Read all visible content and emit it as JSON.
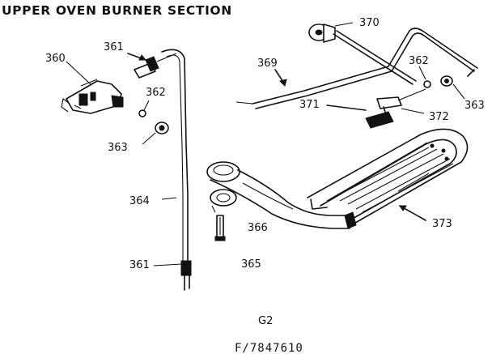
{
  "title": "UPPER OVEN BURNER SECTION",
  "labels": {
    "p360": "360",
    "p361_top": "361",
    "p362_left": "362",
    "p363_left": "363",
    "p364": "364",
    "p361_bottom": "361",
    "p365": "365",
    "p366": "366",
    "p369": "369",
    "p370": "370",
    "p371": "371",
    "p362_right": "362",
    "p363_right": "363",
    "p372": "372",
    "p373": "373"
  },
  "footer": {
    "code": "G2",
    "part_number": "F/7847610"
  }
}
